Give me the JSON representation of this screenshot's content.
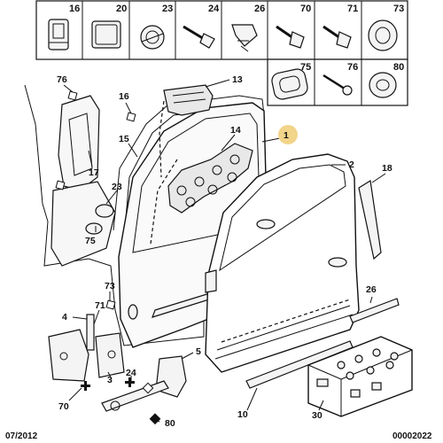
{
  "catalog": {
    "parts_table_top": [
      "16",
      "20",
      "23",
      "24",
      "26",
      "70",
      "71",
      "73"
    ],
    "parts_table_bottom": [
      "75",
      "76",
      "80"
    ],
    "callouts": {
      "c76": "76",
      "c16a": "16",
      "c13": "13",
      "c1": "1",
      "c15": "15",
      "c14": "14",
      "c17": "17",
      "c2": "2",
      "c18": "18",
      "c23": "23",
      "c75": "75",
      "c73": "73",
      "c26": "26",
      "c4": "4",
      "c71": "71",
      "c5": "5",
      "c24": "24",
      "c3": "3",
      "c70": "70",
      "c80": "80",
      "c10": "10",
      "c30": "30"
    },
    "footer_left": "07/2012",
    "footer_right": "00002022"
  },
  "colors": {
    "ink": "#111111",
    "highlight": "#f2d48a",
    "panel": "#f4f4f4"
  }
}
